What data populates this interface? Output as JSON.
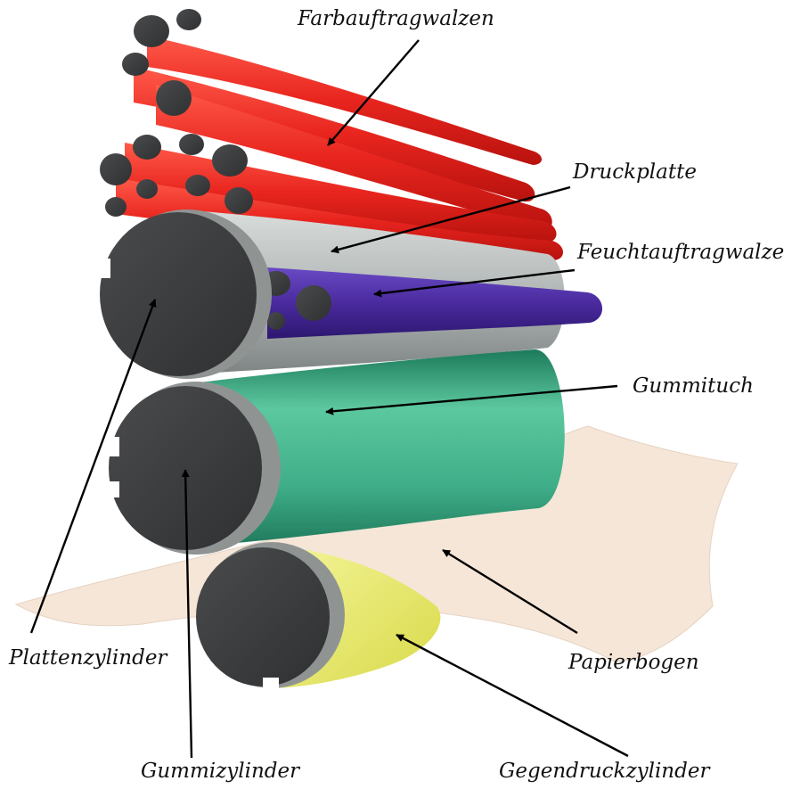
{
  "labels": {
    "farbauftragwalzen": "Farbauftragwalzen",
    "druckplatte": "Druckplatte",
    "feuchtauftragwalze": "Feuchtauftragwalze",
    "gummituch": "Gummituch",
    "plattenzylinder": "Plattenzylinder",
    "papierbogen": "Papierbogen",
    "gummizylinder": "Gummizylinder",
    "gegendruckzylinder": "Gegendruckzylinder"
  },
  "colors": {
    "ink_rollers": "#e8251e",
    "printing_plate": "#b8bdbd",
    "dampening_roller": "#4a2a9e",
    "blanket": "#3fb08a",
    "paper": "#f5e6d8",
    "impression_cylinder": "#e9ea6a",
    "cylinder_end": "#3d3e40"
  }
}
